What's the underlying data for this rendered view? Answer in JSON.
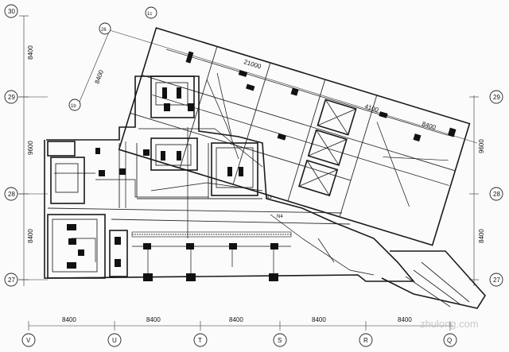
{
  "axes_left": {
    "top": "30",
    "mid": "29",
    "low": "28",
    "bot": "27"
  },
  "axes_right": {
    "mid": "29",
    "low": "28",
    "bot": "27"
  },
  "axes_bottom": [
    "V",
    "U",
    "T",
    "S",
    "R",
    "Q"
  ],
  "axes_rotated": {
    "a": "26",
    "b": "1b",
    "c": "1c"
  },
  "dims_left": [
    "8400",
    "9600",
    "8400"
  ],
  "dims_right": [
    "9600",
    "8400"
  ],
  "dims_bottom": [
    "8400",
    "8400",
    "8400",
    "8400",
    "8400"
  ],
  "dims_top": {
    "overall": "21000",
    "seg1": "4100",
    "seg2": "8400",
    "side": "8400"
  },
  "labels": {
    "n1": "N4",
    "n2": "N3"
  },
  "watermark": "zhulong.com"
}
